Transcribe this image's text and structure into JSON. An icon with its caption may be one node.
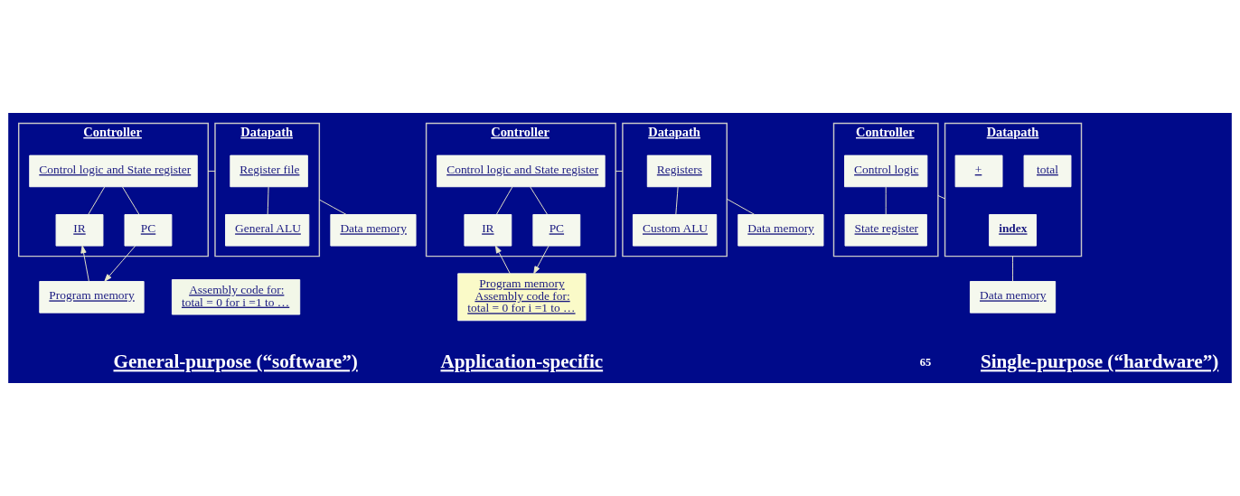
{
  "diagram": {
    "nodes": [
      {
        "text": [
          "Controller"
        ]
      },
      {
        "text": [
          "Control logic and State register"
        ],
        "in": 0
      },
      {
        "text": [
          "IR"
        ],
        "in": 0
      },
      {
        "text": [
          "PC"
        ],
        "in": 0
      },
      {
        "text": [
          "Datapath"
        ]
      },
      {
        "text": [
          "Register file"
        ],
        "in": 4
      },
      {
        "text": [
          "General ALU"
        ],
        "in": 4
      },
      {
        "text": [
          "Program memory"
        ]
      },
      {
        "text": [
          "Assembly code for:",
          "total = 0 for i =1 to …"
        ]
      },
      {
        "text": [
          "Data memory"
        ]
      },
      {
        "text": [
          "Controller"
        ]
      },
      {
        "text": [
          "Control logic and State register"
        ],
        "in": 10
      },
      {
        "text": [
          "IR"
        ],
        "in": 10
      },
      {
        "text": [
          "PC"
        ],
        "in": 10
      },
      {
        "text": [
          "Datapath"
        ]
      },
      {
        "text": [
          "Registers"
        ],
        "in": 14
      },
      {
        "text": [
          "Custom ALU"
        ],
        "in": 14
      },
      {
        "text": [
          "Program memory",
          "Assembly code for:",
          "total = 0 for i =1 to …"
        ]
      },
      {
        "text": [
          "Data memory"
        ]
      },
      {
        "text": [
          "Controller"
        ]
      },
      {
        "text": [
          "Control logic"
        ],
        "in": 19
      },
      {
        "text": [
          "State register"
        ],
        "in": 19
      },
      {
        "text": [
          "Datapath"
        ]
      },
      {
        "text": [
          "index"
        ],
        "in": 22
      },
      {
        "text": [
          "total"
        ],
        "in": 22
      },
      {
        "text": [
          "+"
        ],
        "in": 22
      },
      {
        "text": [
          "Data memory"
        ]
      }
    ],
    "edges": [
      {
        "from": 1,
        "to": 2,
        "arrow": "none"
      },
      {
        "from": 1,
        "to": 3,
        "arrow": "none"
      },
      {
        "from": 7,
        "to": 2,
        "arrow": "to"
      },
      {
        "from": 3,
        "to": 7,
        "arrow": "to"
      },
      {
        "from": 0,
        "to": 4,
        "arrow": "none"
      },
      {
        "from": 5,
        "to": 6,
        "arrow": "none"
      },
      {
        "from": 4,
        "to": 9,
        "arrow": "none"
      },
      {
        "from": 11,
        "to": 12,
        "arrow": "none"
      },
      {
        "from": 11,
        "to": 13,
        "arrow": "none"
      },
      {
        "from": 17,
        "to": 12,
        "arrow": "to"
      },
      {
        "from": 13,
        "to": 17,
        "arrow": "to"
      },
      {
        "from": 10,
        "to": 14,
        "arrow": "none"
      },
      {
        "from": 15,
        "to": 16,
        "arrow": "none"
      },
      {
        "from": 14,
        "to": 18,
        "arrow": "none"
      },
      {
        "from": 20,
        "to": 21,
        "arrow": "none"
      },
      {
        "from": 19,
        "to": 22,
        "arrow": "none"
      },
      {
        "from": 22,
        "to": 26,
        "arrow": "none"
      }
    ],
    "labels": [
      "General-purpose (“software”)",
      "Application-specific",
      "65",
      "Single-purpose (“hardware”)"
    ]
  }
}
